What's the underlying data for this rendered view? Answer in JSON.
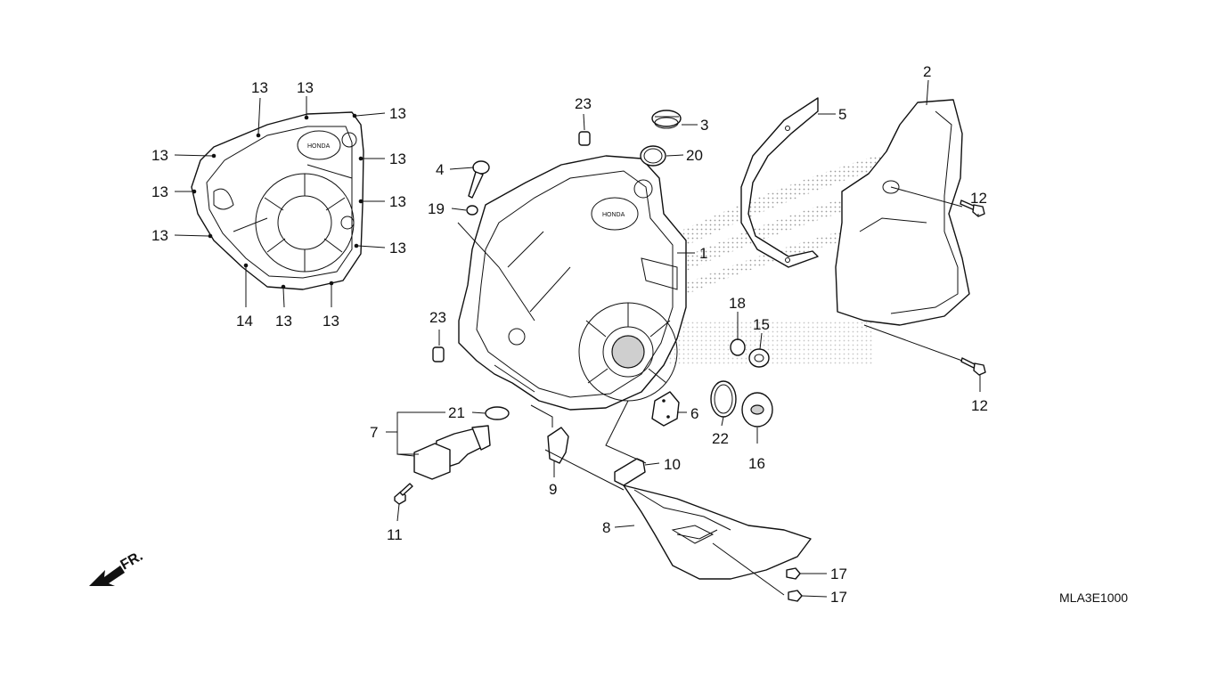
{
  "diagram": {
    "watermark": "HONDA",
    "drawing_code": "MLA3E1000",
    "direction_label": "FR.",
    "callouts": {
      "c1": "1",
      "c2": "2",
      "c3": "3",
      "c4": "4",
      "c5": "5",
      "c6": "6",
      "c7": "7",
      "c8": "8",
      "c9": "9",
      "c10": "10",
      "c11": "11",
      "c12a": "12",
      "c12b": "12",
      "c13a": "13",
      "c13b": "13",
      "c13c": "13",
      "c13d": "13",
      "c13e": "13",
      "c13f": "13",
      "c13g": "13",
      "c13h": "13",
      "c13i": "13",
      "c13j": "13",
      "c13k": "13",
      "c14": "14",
      "c15": "15",
      "c16": "16",
      "c17a": "17",
      "c17b": "17",
      "c18": "18",
      "c19": "19",
      "c20": "20",
      "c21": "21",
      "c22": "22",
      "c23a": "23",
      "c23b": "23"
    }
  }
}
